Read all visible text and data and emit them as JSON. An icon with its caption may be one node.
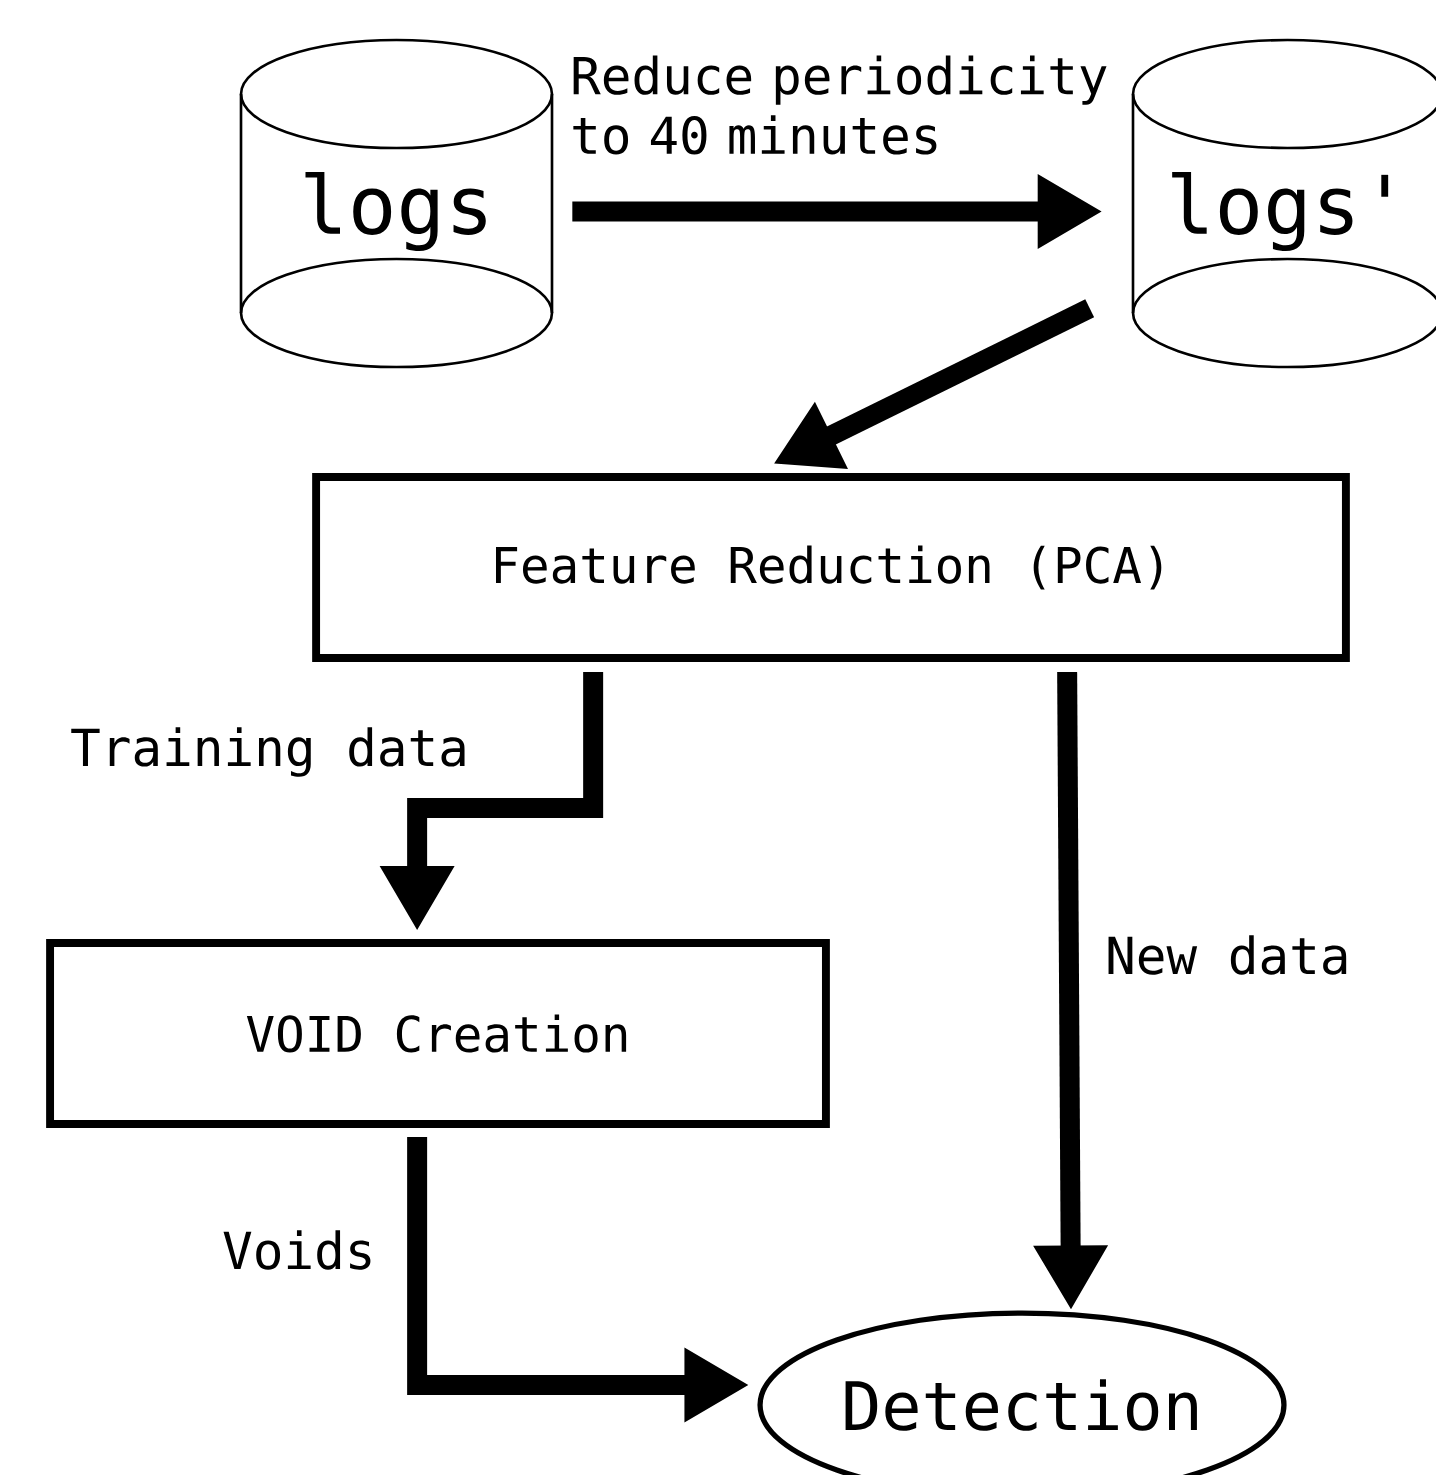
{
  "diagram": {
    "nodes": [
      {
        "text": [
          "logs"
        ]
      },
      {
        "text": [
          "logs'"
        ]
      },
      {
        "text": [
          "Feature Reduction (PCA)"
        ]
      },
      {
        "text": [
          "VOID Creation"
        ]
      },
      {
        "text": [
          "Detection"
        ]
      }
    ],
    "edges": [
      {
        "from": 0,
        "to": 1,
        "arrow": "to",
        "label": "Reduce periodicity to 40 minutes"
      },
      {
        "from": 1,
        "to": 2,
        "arrow": "to"
      },
      {
        "from": 2,
        "to": 3,
        "arrow": "to",
        "label": "Training data"
      },
      {
        "from": 2,
        "to": 4,
        "arrow": "to",
        "label": "New data"
      },
      {
        "from": 3,
        "to": 4,
        "arrow": "to",
        "label": "Voids"
      }
    ]
  }
}
